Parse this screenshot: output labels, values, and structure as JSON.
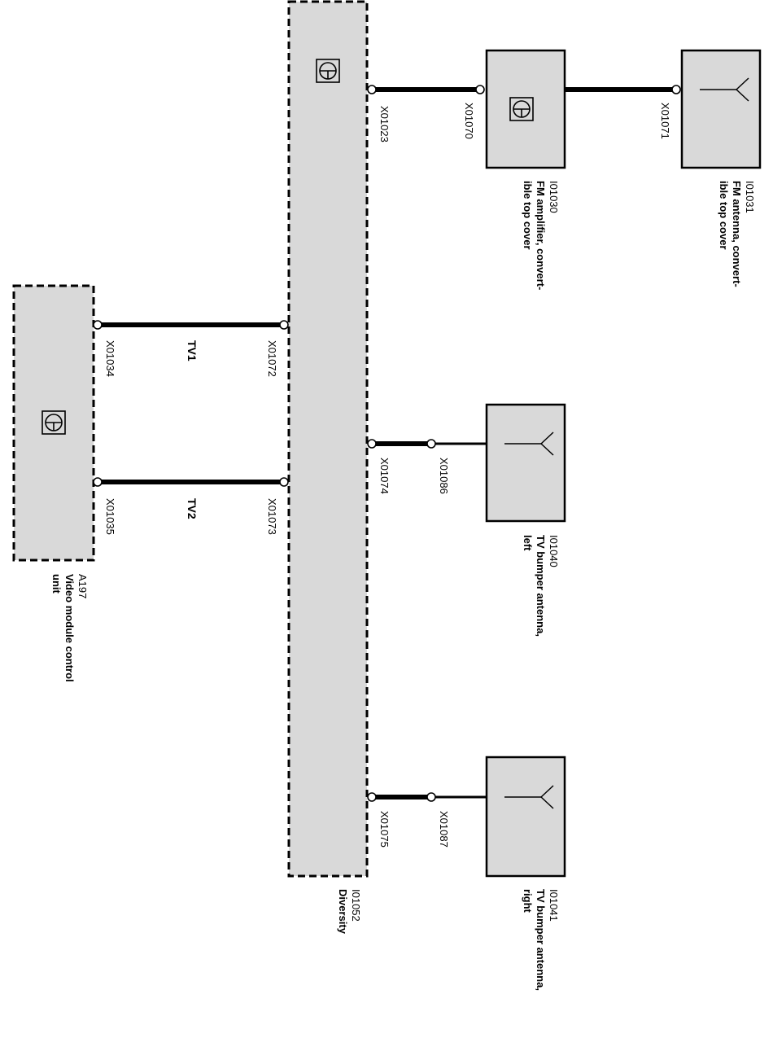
{
  "components": {
    "fm_antenna": {
      "id": "I01031",
      "name": [
        "FM antenna, convert-",
        "ible top cover"
      ]
    },
    "fm_amplifier": {
      "id": "I01030",
      "name": [
        "FM amplifier, convert-",
        "ible top cover"
      ]
    },
    "tv_left": {
      "id": "I01040",
      "name": [
        "TV bumper antenna,",
        "left"
      ]
    },
    "tv_right": {
      "id": "I01041",
      "name": [
        "TV bumper antenna,",
        "right"
      ]
    },
    "diversity": {
      "id": "I01052",
      "name": [
        "Diversity"
      ]
    },
    "video": {
      "id": "A197",
      "name": [
        "Video module control",
        "unit"
      ]
    }
  },
  "connectors": {
    "x01023": "X01023",
    "x01070": "X01070",
    "x01071": "X01071",
    "x01072": "X01072",
    "x01073": "X01073",
    "x01074": "X01074",
    "x01075": "X01075",
    "x01086": "X01086",
    "x01087": "X01087",
    "x01034": "X01034",
    "x01035": "X01035"
  },
  "wires": {
    "tv1": "TV1",
    "tv2": "TV2"
  }
}
